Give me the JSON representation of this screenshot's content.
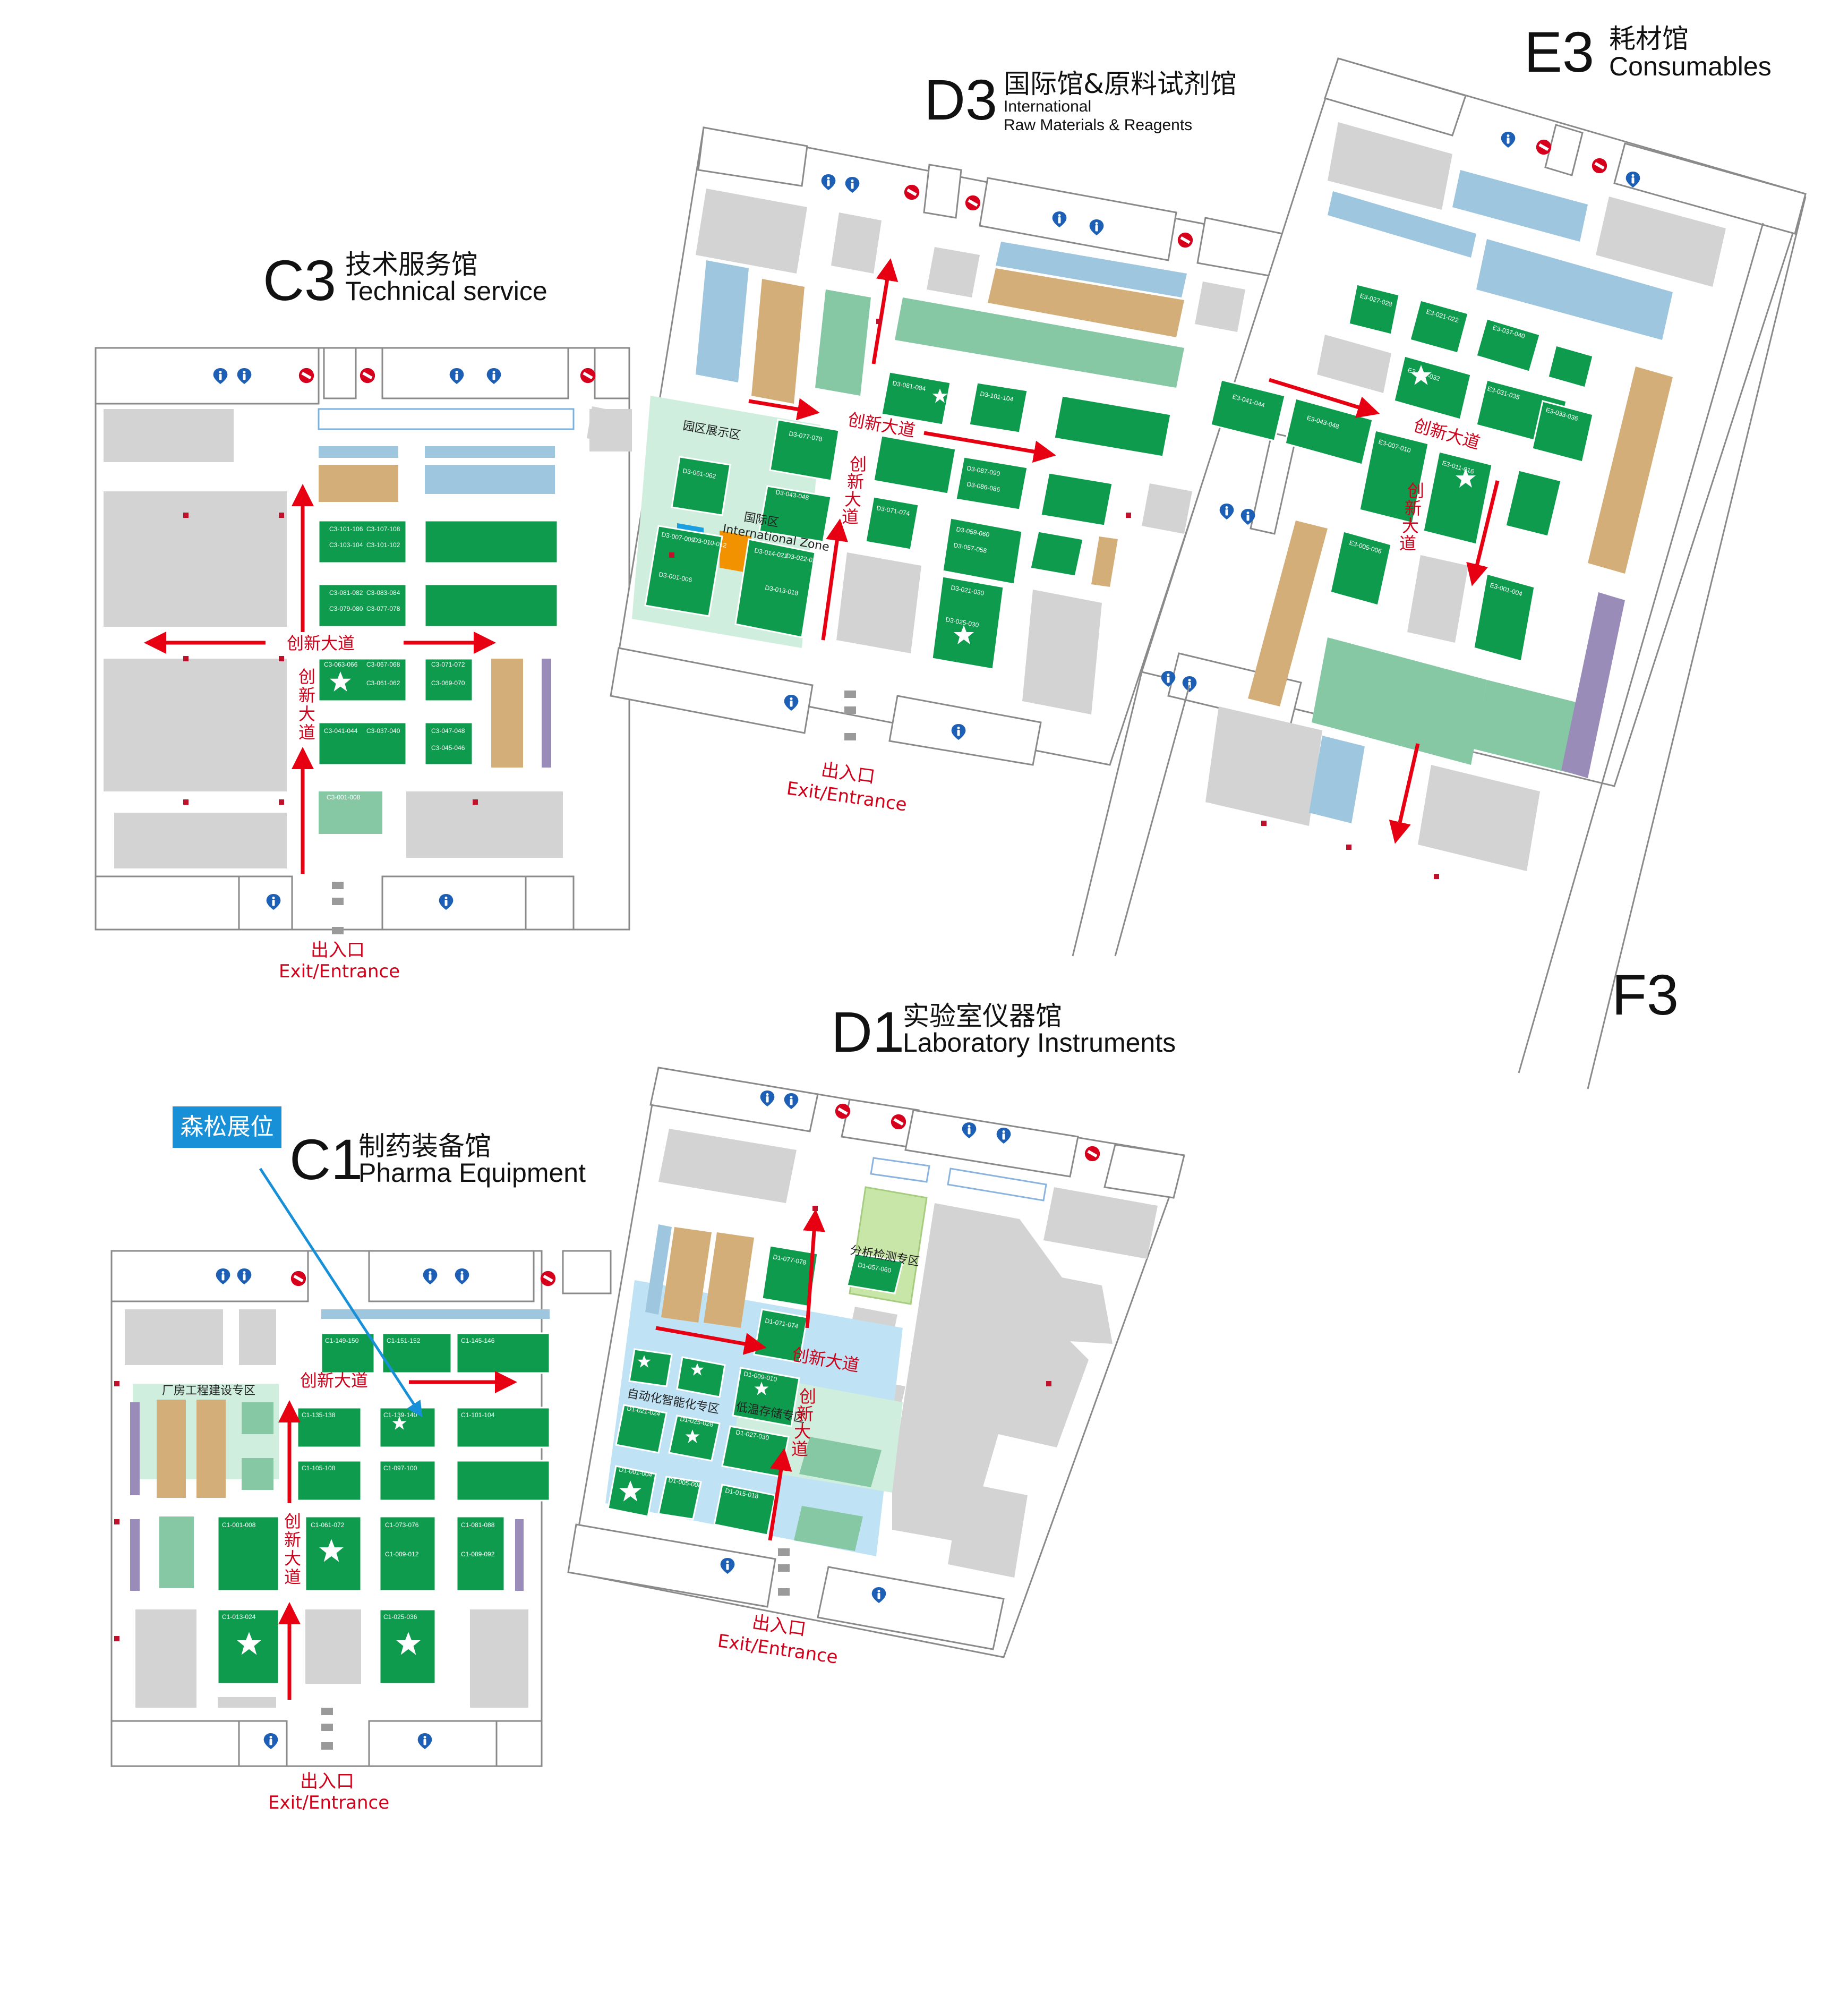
{
  "halls": {
    "c3": {
      "code": "C3",
      "name_cn": "技术服务馆",
      "name_en": "Technical service"
    },
    "d3": {
      "code": "D3",
      "name_cn": "国际馆&原料试剂馆",
      "name_en_1": "International",
      "name_en_2": "Raw Materials & Reagents"
    },
    "e3": {
      "code": "E3",
      "name_cn": "耗材馆",
      "name_en": "Consumables"
    },
    "f3": {
      "code": "F3"
    },
    "d1": {
      "code": "D1",
      "name_cn": "实验室仪器馆",
      "name_en": "Laboratory Instruments"
    },
    "c1": {
      "code": "C1",
      "name_cn": "制药装备馆",
      "name_en": "Pharma Equipment"
    }
  },
  "road": {
    "name": "创新大道",
    "c1": "创",
    "c2": "新",
    "c3": "大",
    "c4": "道"
  },
  "exit": {
    "cn": "出入口",
    "en": "Exit/Entrance"
  },
  "zones": {
    "park_display": "园区展示区",
    "international_cn": "国际区",
    "international_en": "International Zone",
    "analysis": "分析检测专区",
    "automation": "自动化智能化专区",
    "cold_storage": "低温存储专区",
    "factory_build": "厂房工程建设专区"
  },
  "callout": {
    "label": "森松展位"
  },
  "booths": {
    "c3": [
      "C3-101-106",
      "C3-107-108",
      "C3-103-104",
      "C3-101-102",
      "C3-081-082",
      "C3-083-084",
      "C3-079-080",
      "C3-077-078",
      "C3-063-066",
      "C3-067-068",
      "C3-061-062",
      "C3-071-072",
      "C3-069-070",
      "C3-041-044",
      "C3-037-040",
      "C3-047-048",
      "C3-045-046",
      "C3-001-008"
    ],
    "d3": [
      "D3-077-078",
      "D3-061-062",
      "D3-043-048",
      "D3-007-009",
      "D3-001-006",
      "D3-010-012",
      "D3-014-021",
      "D3-022-025",
      "D3-013-018",
      "D3-081-084",
      "D3-101-104",
      "D3-087-090",
      "D3-086-086",
      "D3-071-074",
      "D3-059-060",
      "D3-057-058",
      "D3-021-030",
      "D3-025-030"
    ],
    "e3": [
      "E3-041-044",
      "E3-043-048",
      "E3-029-032",
      "E3-031-035",
      "E3-027-028",
      "E3-021-022",
      "E3-033-036",
      "E3-037-040",
      "E3-011-016",
      "E3-007-010",
      "E3-005-006",
      "E3-001-004"
    ],
    "d1": [
      "D1-077-078",
      "D1-071-074",
      "D1-057-060",
      "D1-021-024",
      "D1-025-028",
      "D1-027-030",
      "D1-001-004",
      "D1-005-008",
      "D1-015-018",
      "D1-009-010"
    ],
    "c1": [
      "C1-149-150",
      "C1-151-152",
      "C1-145-146",
      "C1-135-138",
      "C1-139-140",
      "C1-101-104",
      "C1-105-108",
      "C1-097-100",
      "C1-061-072",
      "C1-073-076",
      "C1-081-088",
      "C1-089-092",
      "C1-013-024",
      "C1-025-036",
      "C1-001-008",
      "C1-009-012"
    ]
  },
  "colors": {
    "booth": "#0e9b4e",
    "road": "#e60012",
    "callout": "#1790d8",
    "restroom": "#1d5fb4"
  },
  "icons": [
    "restroom-icon",
    "no-entry-icon",
    "star-icon",
    "booth-arrow-icon"
  ]
}
